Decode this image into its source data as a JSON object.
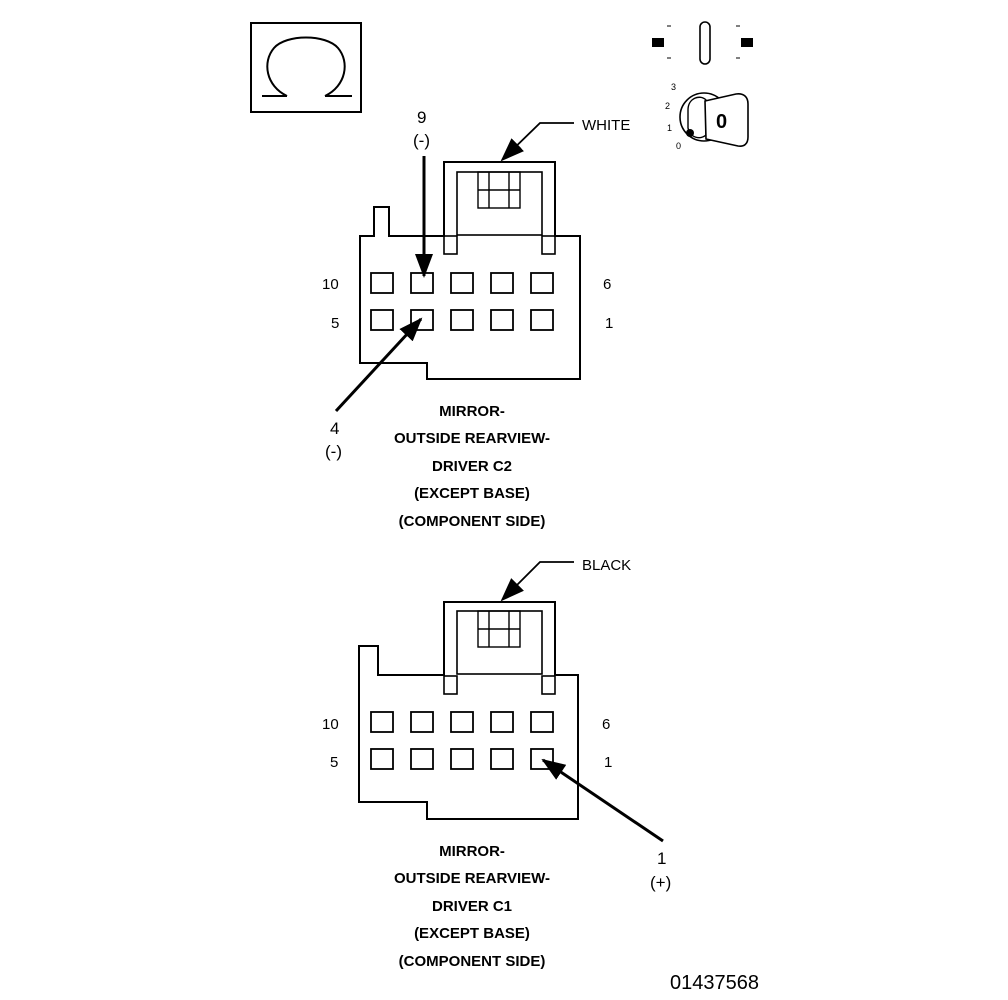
{
  "diagram": {
    "icons": {
      "top_left_symbol": "ohm-omega-symbol-icon",
      "top_right_symbol": "ignition-key-position-icon"
    },
    "ignition": {
      "positions": [
        "3",
        "2",
        "1",
        "0"
      ],
      "key_label": "0"
    },
    "connector_c2": {
      "color_label": "WHITE",
      "pin_row_top_left": "10",
      "pin_row_top_right": "6",
      "pin_row_bottom_left": "5",
      "pin_row_bottom_right": "1",
      "callout_pin9_num": "9",
      "callout_pin9_pol": "(-)",
      "callout_pin4_num": "4",
      "callout_pin4_pol": "(-)",
      "caption": [
        "MIRROR-",
        "OUTSIDE REARVIEW-",
        "DRIVER C2",
        "(EXCEPT BASE)",
        "(COMPONENT SIDE)"
      ]
    },
    "connector_c1": {
      "color_label": "BLACK",
      "pin_row_top_left": "10",
      "pin_row_top_right": "6",
      "pin_row_bottom_left": "5",
      "pin_row_bottom_right": "1",
      "callout_pin1_num": "1",
      "callout_pin1_pol": "(+)",
      "caption": [
        "MIRROR-",
        "OUTSIDE REARVIEW-",
        "DRIVER C1",
        "(EXCEPT BASE)",
        "(COMPONENT SIDE)"
      ]
    },
    "figure_number": "01437568"
  }
}
